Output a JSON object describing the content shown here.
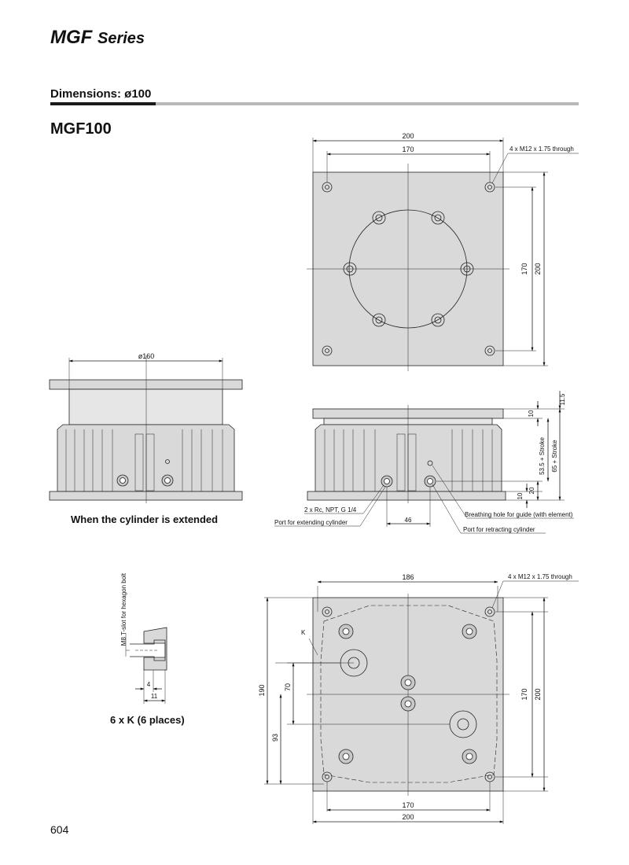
{
  "header": {
    "series_main": "MGF",
    "series_sub": "Series"
  },
  "section": {
    "title": "Dimensions: ø100"
  },
  "model": "MGF100",
  "captions": {
    "extended": "When the cylinder is extended",
    "kdetail": "6 x K (6 places)"
  },
  "page_number": "604",
  "dims": {
    "top_200": "200",
    "top_170": "170",
    "top_thru": "4 x M12 x 1.75 through",
    "top_v170": "170",
    "top_v200": "200",
    "ext_d160": "ø160",
    "side_115": "11.5",
    "side_10a": "10",
    "side_535": "53.5 + Stroke",
    "side_65": "65 + Stroke",
    "side_20": "20",
    "side_10b": "10",
    "port_size": "2 x Rc, NPT, G 1/4",
    "port_ext": "Port for extending cylinder",
    "port_46": "46",
    "breath": "Breathing hole for guide (with element)",
    "port_ret": "Port for retracting cylinder",
    "tslot": "M8 T-slot for hexagon bolt",
    "k_4": "4",
    "k_11": "11",
    "bot_186": "186",
    "bot_thru": "4 x M12 x 1.75 through",
    "bot_K": "K",
    "bot_190": "190",
    "bot_70": "70",
    "bot_93": "93",
    "bot_v170": "170",
    "bot_v200": "200",
    "bot_170": "170",
    "bot_200": "200"
  }
}
